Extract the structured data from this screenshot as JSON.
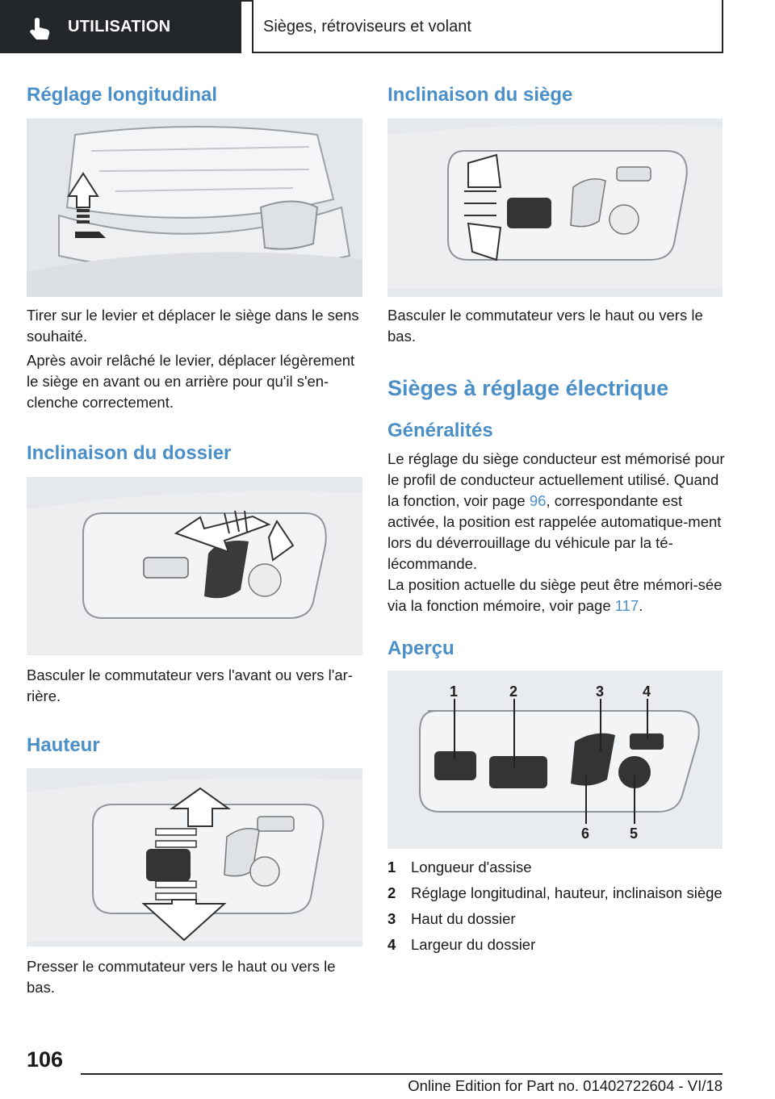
{
  "header": {
    "section_tab": "UTILISATION",
    "chapter_title": "Sièges, rétroviseurs et volant"
  },
  "left": {
    "s1": {
      "title": "Réglage longitudinal",
      "p1": "Tirer sur le levier et déplacer le siège dans le sens souhaité.",
      "p2": "Après avoir relâché le levier, déplacer légèrement le siège en avant ou en arrière pour qu'il s'en-clenche correctement."
    },
    "s2": {
      "title": "Inclinaison du dossier",
      "p1": "Basculer le commutateur vers l'avant ou vers l'ar-rière."
    },
    "s3": {
      "title": "Hauteur",
      "p1": "Presser le commutateur vers le haut ou vers le bas."
    }
  },
  "right": {
    "s1": {
      "title": "Inclinaison du siège",
      "p1": "Basculer le commutateur vers le haut ou vers le bas."
    },
    "s2": {
      "title": "Sièges à réglage électrique",
      "sub1_title": "Généralités",
      "p1_a": "Le réglage du siège conducteur est mémorisé pour le profil de conducteur actuellement utilisé. Quand la fonction, voir page ",
      "p1_link": "96",
      "p1_b": ", correspondante est activée, la position est rappelée automatique-ment lors du déverrouillage du véhicule par la té-lécommande.",
      "p2_a": "La position actuelle du siège peut être mémori-sée via la fonction mémoire, voir page ",
      "p2_link": "117",
      "p2_b": ".",
      "sub2_title": "Aperçu",
      "figure_labels": [
        "1",
        "2",
        "3",
        "4",
        "6",
        "5"
      ],
      "items": [
        {
          "num": "1",
          "text": "Longueur d'assise"
        },
        {
          "num": "2",
          "text": "Réglage longitudinal, hauteur, inclinaison siège"
        },
        {
          "num": "3",
          "text": "Haut du dossier"
        },
        {
          "num": "4",
          "text": "Largeur du dossier"
        }
      ]
    }
  },
  "footer": {
    "page_number": "106",
    "edition": "Online Edition for Part no. 01402722604 - VI/18"
  },
  "colors": {
    "heading": "#4b8fc9",
    "header_dark": "#23262b"
  }
}
